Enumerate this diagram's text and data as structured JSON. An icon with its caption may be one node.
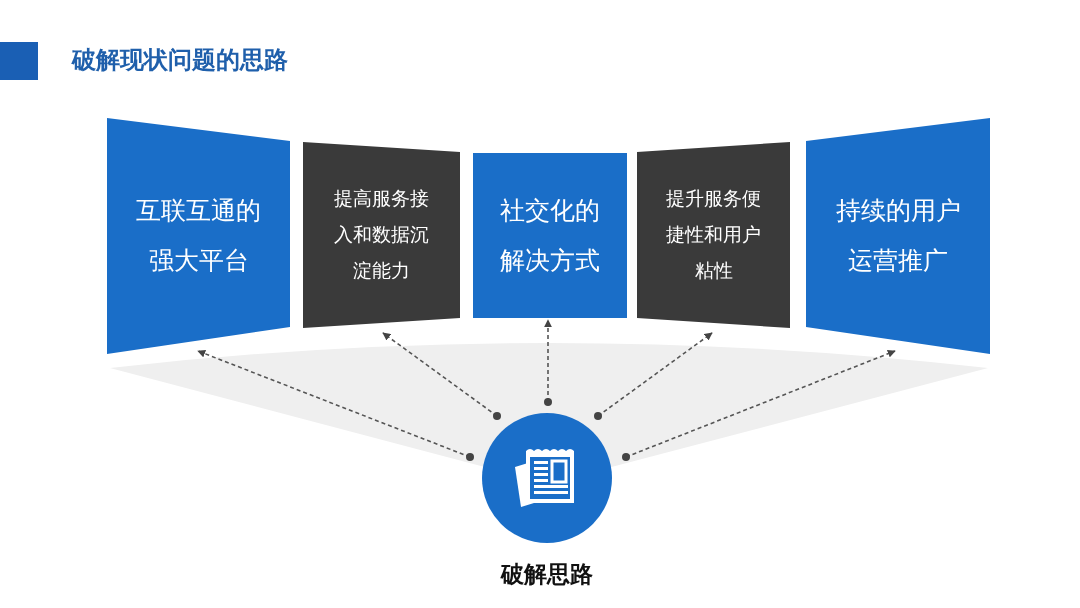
{
  "diagram": {
    "title": "破解现状问题的思路",
    "nodes": [
      {
        "text": [
          "互联互通的强大平台"
        ]
      },
      {
        "text": [
          "提高服务接入和数据沉淀能力"
        ]
      },
      {
        "text": [
          "社交化的解决方式"
        ]
      },
      {
        "text": [
          "提升服务便捷性和用户粘性"
        ]
      },
      {
        "text": [
          "持续的用户运营推广"
        ]
      },
      {
        "text": [],
        "shape": "circle",
        "beside": [
          "破解思路"
        ]
      }
    ],
    "edges": [
      {
        "from": 5,
        "to": 0,
        "arrow": "to",
        "style": "dashed"
      },
      {
        "from": 5,
        "to": 1,
        "arrow": "to",
        "style": "dashed"
      },
      {
        "from": 5,
        "to": 2,
        "arrow": "to",
        "style": "dashed"
      },
      {
        "from": 5,
        "to": 3,
        "arrow": "to",
        "style": "dashed"
      },
      {
        "from": 5,
        "to": 4,
        "arrow": "to",
        "style": "dashed"
      }
    ]
  }
}
